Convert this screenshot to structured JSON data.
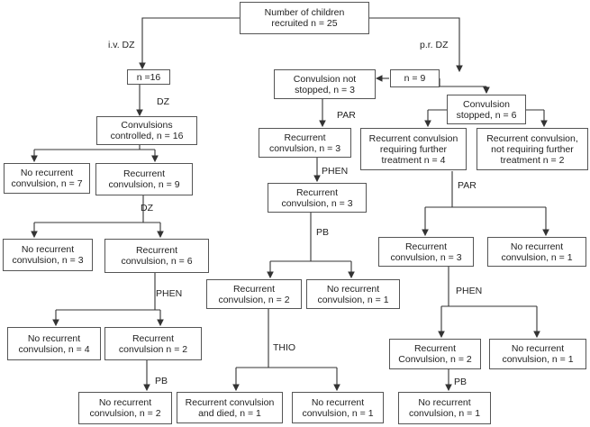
{
  "diagram": {
    "root": "Number of children\nrecruited  n = 25",
    "left_branch_label": "i.v. DZ",
    "right_branch_label": "p.r. DZ",
    "left": {
      "n16": "n =16",
      "dz1_label": "DZ",
      "controlled": "Convulsions\ncontrolled,  n = 16",
      "no_rec_7": "No recurrent\nconvulsion,  n = 7",
      "rec_9": "Recurrent\nconvulsion,  n = 9",
      "dz2_label": "DZ",
      "no_rec_3": "No recurrent\nconvulsion,  n = 3",
      "rec_6": "Recurrent\nconvulsion,  n = 6",
      "phen_label": "PHEN",
      "no_rec_4": "No recurrent\nconvulsion,  n = 4",
      "rec_2": "Recurrent\nconvulsion  n = 2",
      "pb_label": "PB",
      "no_rec_2": "No recurrent\nconvulsion,  n = 2"
    },
    "right": {
      "n9": "n = 9",
      "not_stopped": "Convulsion  not\nstopped,  n = 3",
      "par1_label": "PAR",
      "rec_3a": "Recurrent\nconvulsion,  n = 3",
      "phen1_label": "PHEN",
      "rec_3b": "Recurrent\nconvulsion,  n = 3",
      "pb1_label": "PB",
      "rec_2a": "Recurrent\nconvulsion,  n = 2",
      "no_rec_1a": "No recurrent\nconvulsion,  n = 1",
      "thio_label": "THIO",
      "rec_died": "Recurrent convulsion\nand died,  n = 1",
      "no_rec_1b": "No recurrent\nconvulsion,  n = 1",
      "stopped": "Convulsion\nstopped,  n = 6",
      "req_4": "Recurrent convulsion\nrequiring further\ntreatment  n = 4",
      "not_req_2": "Recurrent convulsion,\nnot requiring further\ntreatment  n = 2",
      "par2_label": "PAR",
      "rec_3c": "Recurrent\nconvulsion,  n = 3",
      "no_rec_1c": "No recurrent\nconvulsion,  n = 1",
      "phen2_label": "PHEN",
      "rec_2b": "Recurrent\nConvulsion,  n = 2",
      "no_rec_1d": "No recurrent\nconvulsion,  n = 1",
      "pb2_label": "PB",
      "no_rec_1e": "No recurrent\nconvulsion,  n = 1"
    }
  }
}
